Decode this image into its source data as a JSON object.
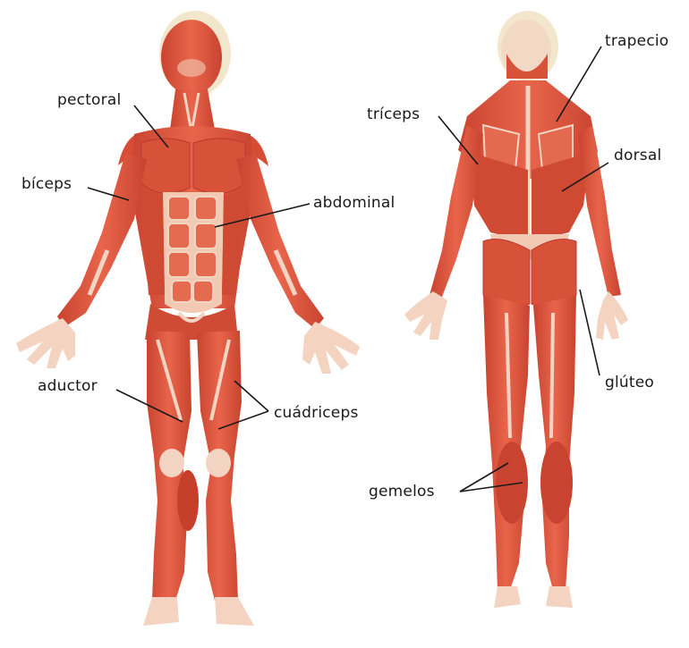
{
  "labels": {
    "pectoral": "pectoral",
    "biceps": "bíceps",
    "abdominal": "abdominal",
    "aductor": "aductor",
    "cuadriceps": "cuádriceps",
    "triceps": "tríceps",
    "trapecio": "trapecio",
    "dorsal": "dorsal",
    "gluteo": "glúteo",
    "gemelos": "gemelos"
  },
  "colors": {
    "muscle": "#e0573f",
    "muscle_dark": "#c23e2a",
    "tendon": "#f3d4c3",
    "outline": "#f0e4c8",
    "line": "#1a1a1a"
  }
}
